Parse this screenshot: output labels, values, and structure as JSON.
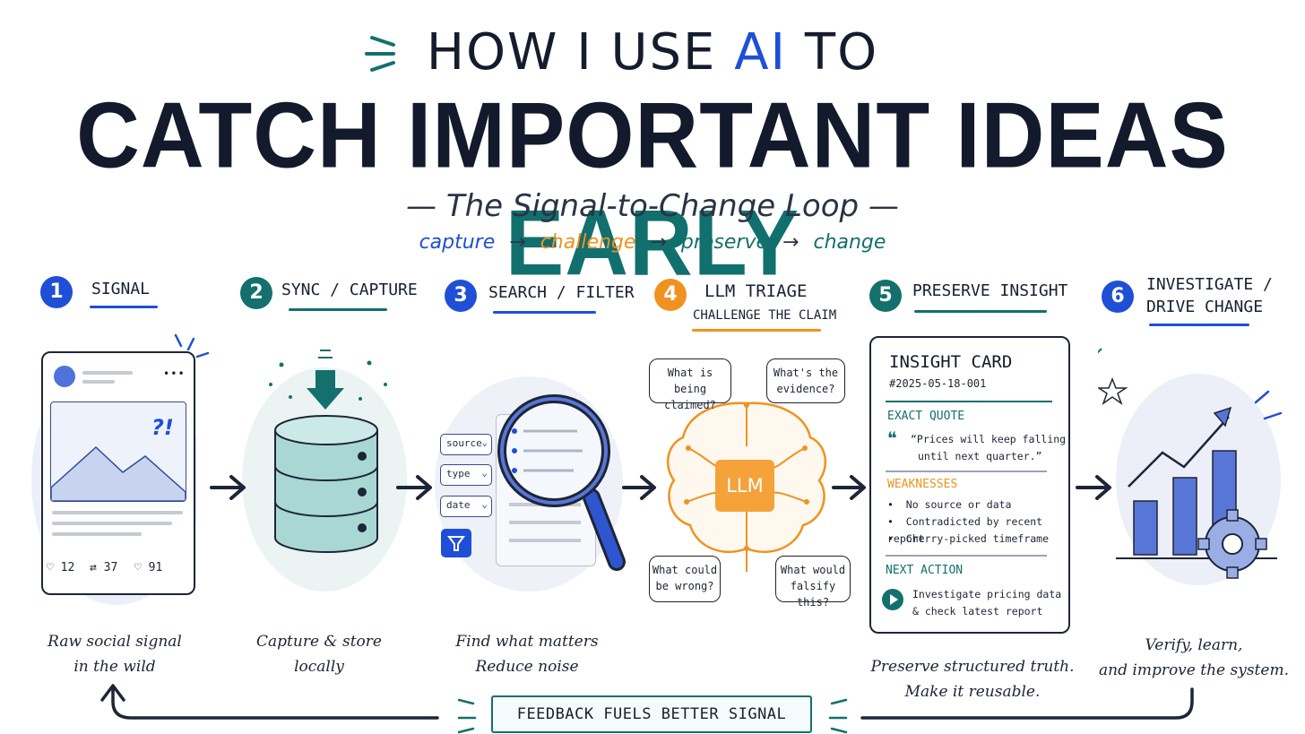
{
  "header": {
    "line1_prefix": "HOW I USE ",
    "line1_ai": "AI",
    "line1_suffix": " TO",
    "line2_main": "CATCH IMPORTANT IDEAS ",
    "line2_accent": "EARLY",
    "subtitle": "— The Signal-to-Change Loop —",
    "loop_words": [
      "capture",
      "challenge",
      "preserve",
      "change"
    ],
    "loop_arrow": "→"
  },
  "colors": {
    "blue": "#1f4fd6",
    "teal": "#13706d",
    "orange": "#f0921f",
    "ink": "#172033"
  },
  "steps": [
    {
      "number": "1",
      "title": "SIGNAL",
      "caption_line1": "Raw social signal",
      "caption_line2": "in the wild"
    },
    {
      "number": "2",
      "title": "SYNC / CAPTURE",
      "caption_line1": "Capture & store",
      "caption_line2": "locally"
    },
    {
      "number": "3",
      "title": "SEARCH / FILTER",
      "caption_line1": "Find what matters",
      "caption_line2": "Reduce noise"
    },
    {
      "number": "4",
      "title": "LLM TRIAGE",
      "subtitle": "CHALLENGE THE CLAIM"
    },
    {
      "number": "5",
      "title": "PRESERVE INSIGHT",
      "caption_line1": "Preserve structured truth.",
      "caption_line2": "Make it reusable."
    },
    {
      "number": "6",
      "title_line1": "INVESTIGATE /",
      "title_line2": "DRIVE CHANGE",
      "caption_line1": "Verify, learn,",
      "caption_line2": "and improve the system."
    }
  ],
  "social_post": {
    "reaction": "?!",
    "likes": "12",
    "reposts": "37",
    "hearts": "91",
    "menu_glyph": "•••"
  },
  "filters": {
    "chips": [
      "source",
      "type",
      "date"
    ]
  },
  "llm": {
    "core_label": "LLM",
    "questions": [
      "What is being claimed?",
      "What's the evidence?",
      "What could be wrong?",
      "What would falsify this?"
    ],
    "q1_l1": "What is",
    "q1_l2": "being claimed?",
    "q2_l1": "What's the",
    "q2_l2": "evidence?",
    "q3_l1": "What could",
    "q3_l2": "be wrong?",
    "q4_l1": "What would",
    "q4_l2": "falsify this?"
  },
  "insight_card": {
    "title": "INSIGHT CARD",
    "id": "#2025-05-18-001",
    "quote_heading": "EXACT QUOTE",
    "quote_mark": "❝",
    "quote_line1": "“Prices will keep falling",
    "quote_line2": "until next quarter.”",
    "weak_heading": "WEAKNESSES",
    "weaknesses": [
      "No source or data",
      "Contradicted by recent report",
      "Cherry-picked timeframe"
    ],
    "next_heading": "NEXT ACTION",
    "next_line1": "Investigate pricing data",
    "next_line2": "& check latest report"
  },
  "feedback": {
    "label": "FEEDBACK FUELS BETTER SIGNAL"
  }
}
